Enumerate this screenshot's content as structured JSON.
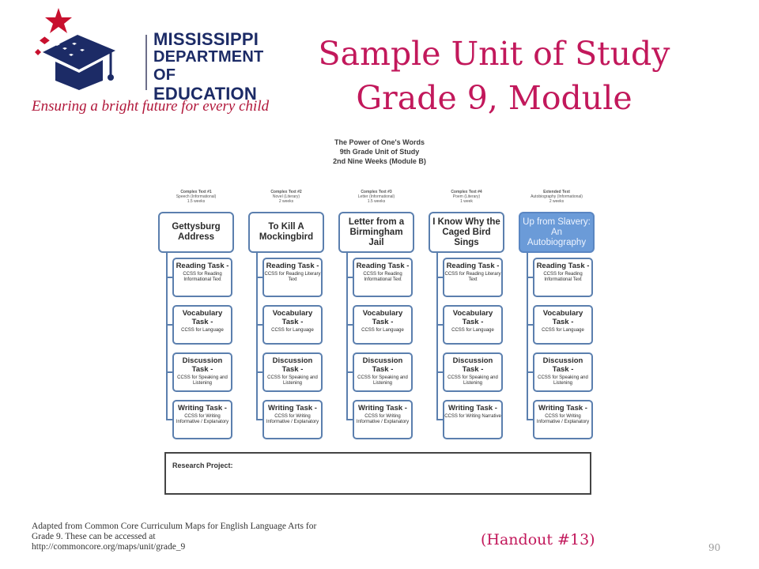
{
  "logo": {
    "line1": "MISSISSIPPI",
    "line2": "DEPARTMENT OF",
    "line3": "EDUCATION",
    "tagline": "Ensuring a bright future for every child",
    "colors": {
      "navy": "#1c2b66",
      "red": "#b1173a"
    }
  },
  "title": {
    "line1": "Sample Unit of Study",
    "line2": "Grade 9, Module"
  },
  "diagram": {
    "header": [
      "The Power of One's Words",
      "9th Grade Unit of Study",
      "2nd Nine Weeks (Module B)"
    ],
    "columns": [
      {
        "caption": [
          "Complex Text #1",
          "Speech (Informational)",
          "1.5 weeks"
        ],
        "text": "Gettysburg Address",
        "tasks": [
          {
            "title": "Reading Task -",
            "sub": "CCSS for Reading Informational Text"
          },
          {
            "title": "Vocabulary Task -",
            "sub": "CCSS for Language"
          },
          {
            "title": "Discussion Task -",
            "sub": "CCSS for Speaking and Listening"
          },
          {
            "title": "Writing Task -",
            "sub": "CCSS for Writing Informative / Explanatory"
          }
        ]
      },
      {
        "caption": [
          "Complex Text #2",
          "Novel (Literary)",
          "2 weeks"
        ],
        "text": "To Kill A Mockingbird",
        "tasks": [
          {
            "title": "Reading Task -",
            "sub": "CCSS for Reading Literary Text"
          },
          {
            "title": "Vocabulary Task -",
            "sub": "CCSS for Language"
          },
          {
            "title": "Discussion Task -",
            "sub": "CCSS for Speaking and Listening"
          },
          {
            "title": "Writing Task -",
            "sub": "CCSS for Writing Informative / Explanatory"
          }
        ]
      },
      {
        "caption": [
          "Complex Text #3",
          "Letter (Informational)",
          "1.5 weeks"
        ],
        "text": "Letter from a Birmingham Jail",
        "tasks": [
          {
            "title": "Reading Task -",
            "sub": "CCSS for Reading Informational Text"
          },
          {
            "title": "Vocabulary Task -",
            "sub": "CCSS for Language"
          },
          {
            "title": "Discussion Task -",
            "sub": "CCSS for Speaking and Listening"
          },
          {
            "title": "Writing Task -",
            "sub": "CCSS for Writing Informative / Explanatory"
          }
        ]
      },
      {
        "caption": [
          "Complex Text #4",
          "Poem (Literary)",
          "1 week"
        ],
        "text": "I Know Why the Caged Bird Sings",
        "tasks": [
          {
            "title": "Reading Task -",
            "sub": "CCSS for Reading Literary Text"
          },
          {
            "title": "Vocabulary Task -",
            "sub": "CCSS for Language"
          },
          {
            "title": "Discussion Task -",
            "sub": "CCSS for Speaking and Listening"
          },
          {
            "title": "Writing Task -",
            "sub": "CCSS for Writing Narrative"
          }
        ]
      },
      {
        "caption": [
          "Extended Text",
          "Autobiography (Informational)",
          "2 weeks"
        ],
        "text": "Up from Slavery: An Autobiography",
        "tasks": [
          {
            "title": "Reading Task -",
            "sub": "CCSS for Reading Informational Text"
          },
          {
            "title": "Vocabulary Task -",
            "sub": "CCSS for Language"
          },
          {
            "title": "Discussion Task -",
            "sub": "CCSS for Speaking and Listening"
          },
          {
            "title": "Writing Task -",
            "sub": "CCSS for Writing Informative / Explanatory"
          }
        ]
      }
    ],
    "research": "Research Project:"
  },
  "footer": {
    "credit": [
      "Adapted from Common Core Curriculum Maps for English Language Arts for",
      "Grade 9. These can be accessed at",
      "http://commoncore.org/maps/unit/grade_9"
    ],
    "handout": "(Handout #13)",
    "page_number": "90"
  },
  "colors": {
    "title": "#c2185b",
    "box_border": "#5b7fae",
    "extended_fill": "#6b9bd8"
  }
}
